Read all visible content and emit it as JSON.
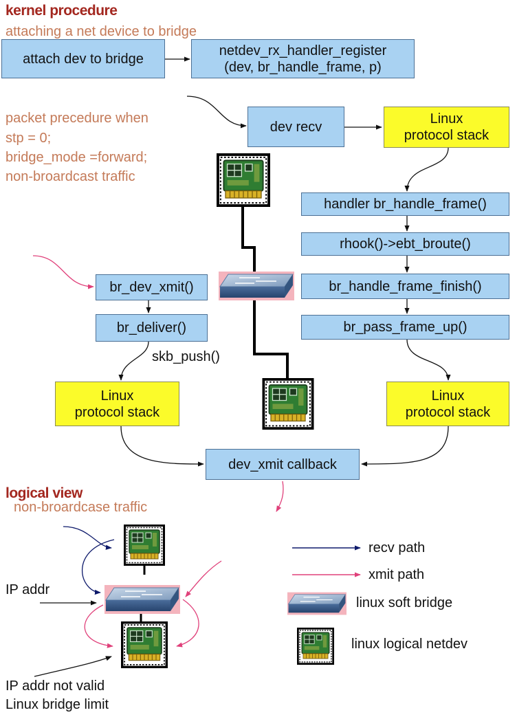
{
  "header": {
    "kernel_procedure": "kernel procedure",
    "attaching": "attaching a net device to bridge"
  },
  "conditions": {
    "line1": "packet precedure when",
    "line2": "stp = 0;",
    "line3": "bridge_mode =forward;",
    "line4": "non-broardcast traffic"
  },
  "boxes": {
    "attach": "attach dev to bridge",
    "register_line1": "netdev_rx_handler_register",
    "register_line2": "(dev, br_handle_frame, p)",
    "dev_recv": "dev recv",
    "stack_top": "Linux\nprotocol stack",
    "handler": "handler br_handle_frame()",
    "rhook": "rhook()->ebt_broute()",
    "finish": "br_handle_frame_finish()",
    "pass_up": "br_pass_frame_up()",
    "br_dev_xmit": "br_dev_xmit()",
    "br_deliver": "br_deliver()",
    "stack_left": "Linux\nprotocol stack",
    "stack_right": "Linux\nprotocol stack",
    "dev_xmit": "dev_xmit callback"
  },
  "labels": {
    "skb_push": "skb_push()"
  },
  "logical": {
    "title": "logical view",
    "subtitle": "non-broardcase traffic",
    "ip_addr": "IP addr",
    "ip_invalid": "IP addr not valid",
    "bridge_limit": "Linux bridge limit"
  },
  "legend": {
    "recv": "recv path",
    "xmit": "xmit path",
    "bridge": "linux soft bridge",
    "netdev": "linux logical netdev"
  },
  "colors": {
    "recv_path": "#0e1a6b",
    "xmit_path": "#e0407a",
    "box_blue": "#a9d2f2",
    "box_yellow": "#fbfb2a",
    "heading_red": "#a3271f",
    "note_orange": "#c47a58"
  }
}
